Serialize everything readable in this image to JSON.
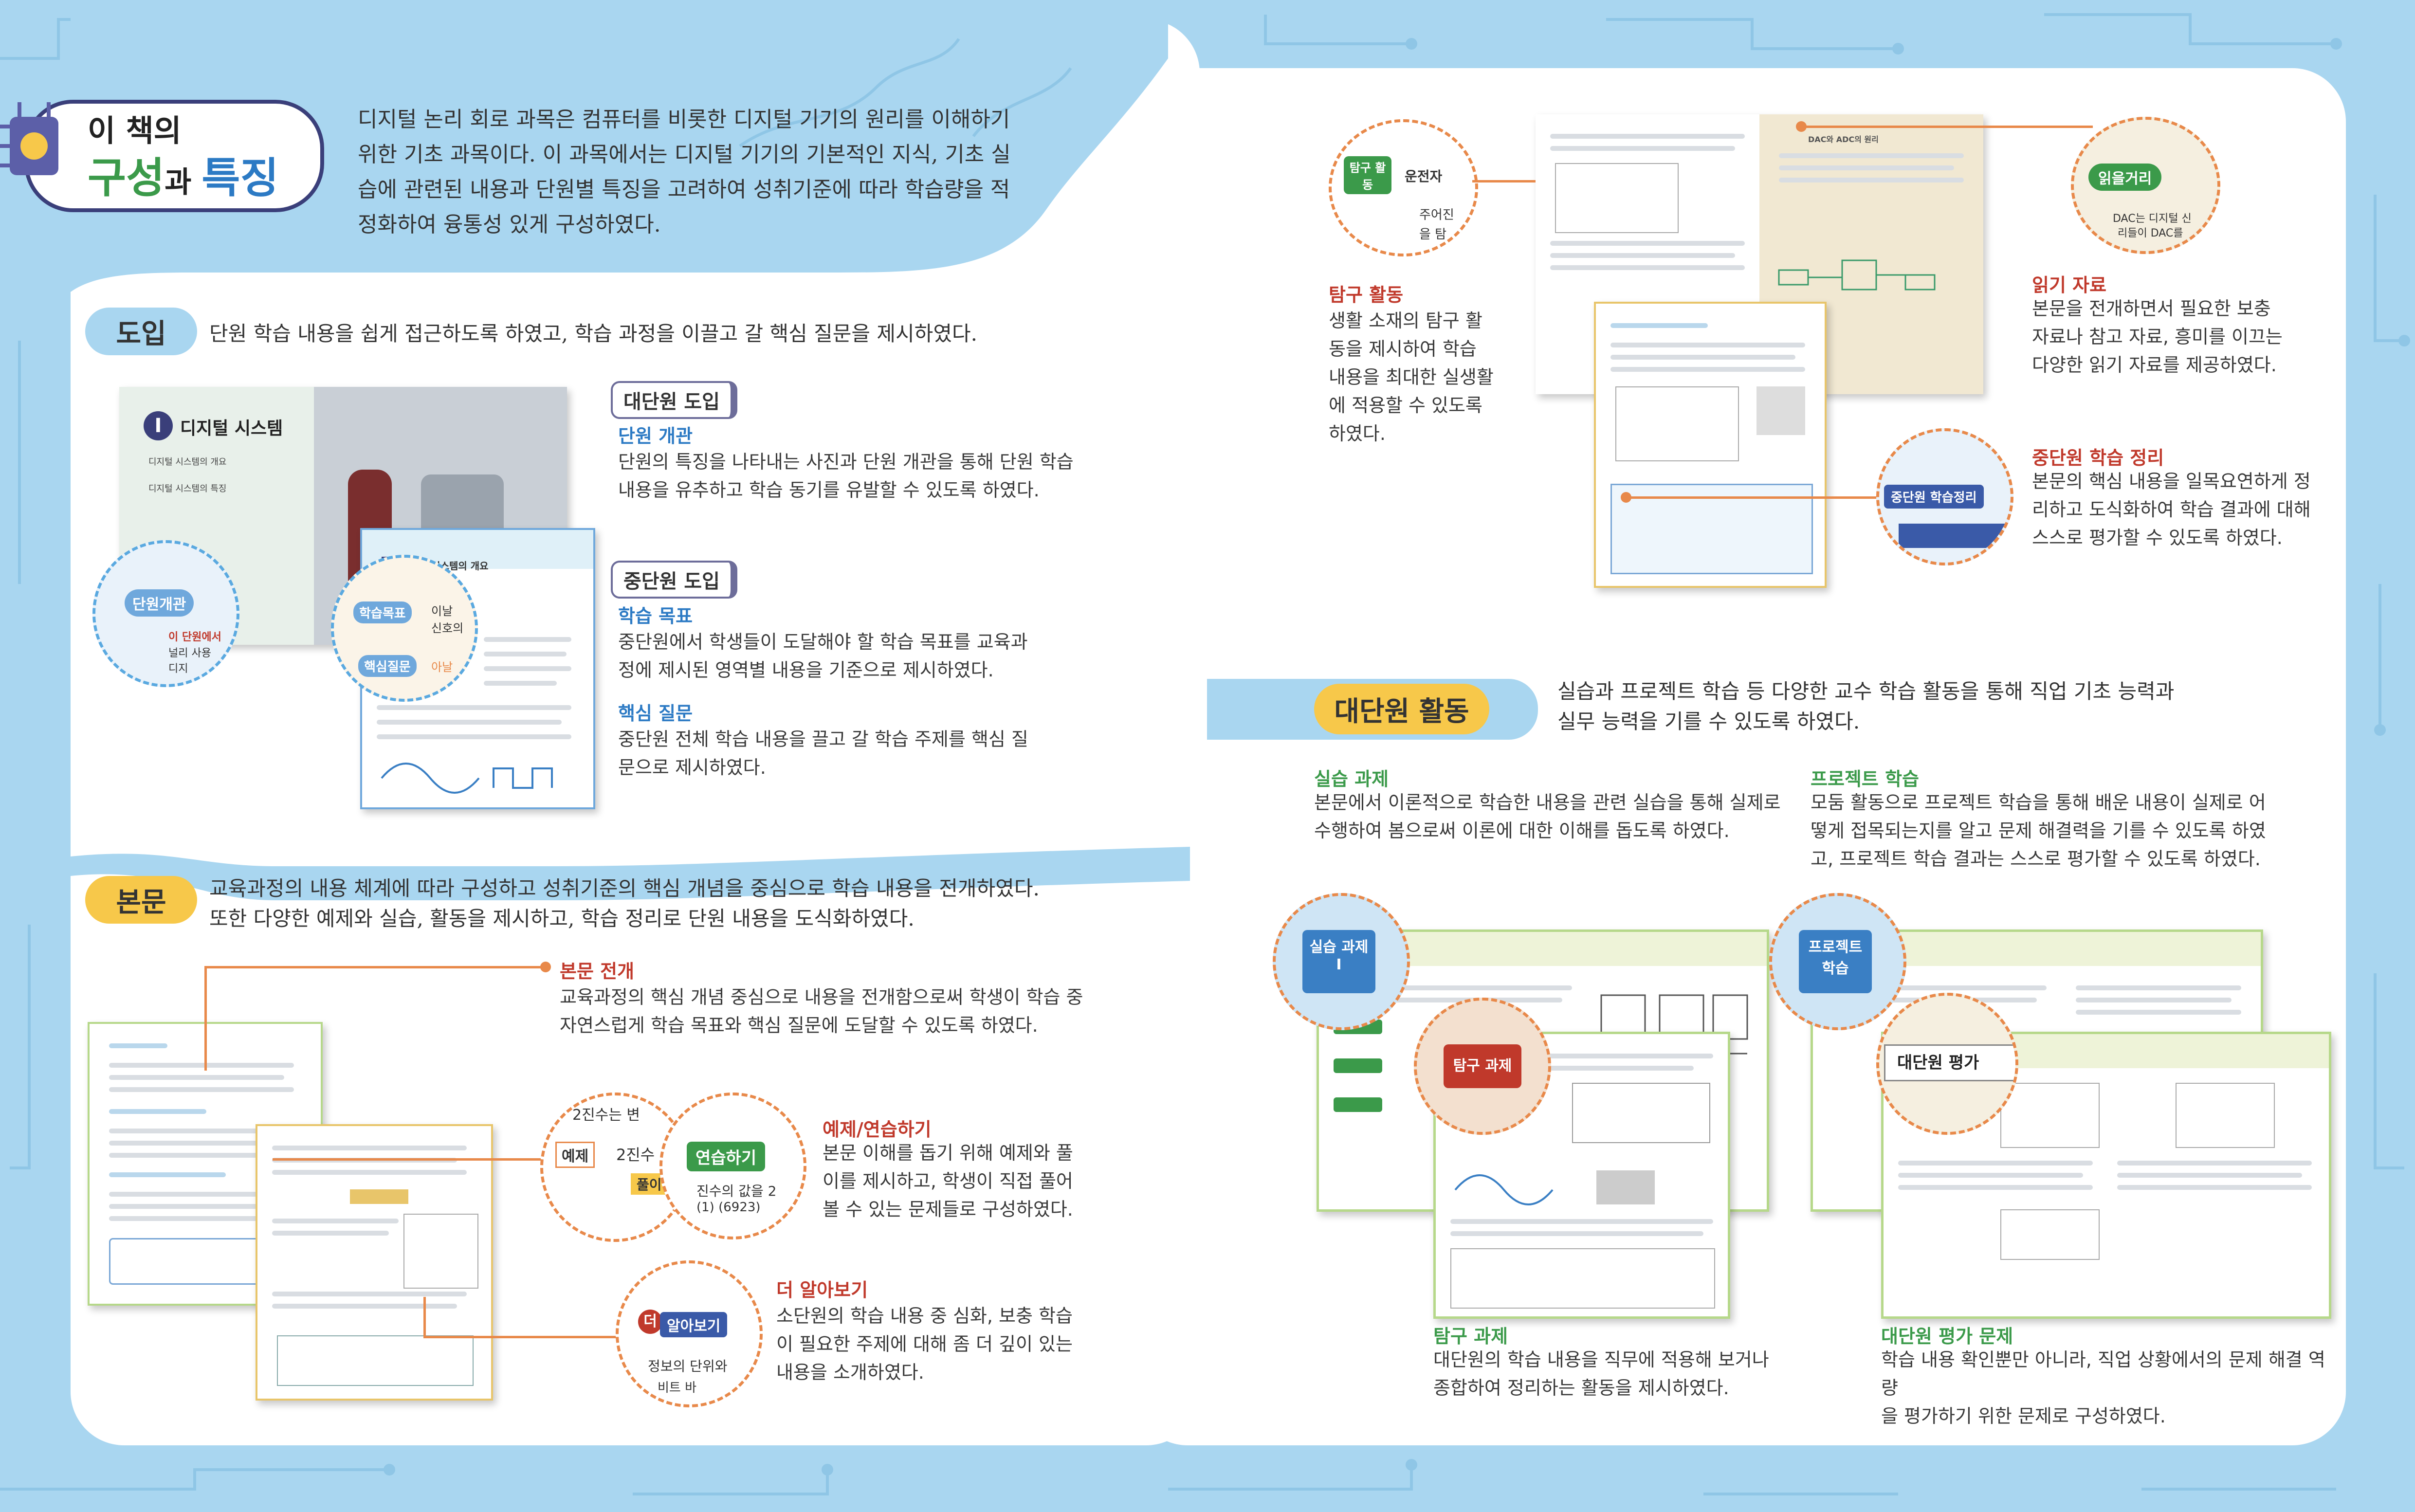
{
  "title": {
    "line1": "이 책의",
    "line2_a": "구성",
    "line2_b": "과 ",
    "line2_c": "특징"
  },
  "intro": [
    "디지털 논리 회로 과목은 컴퓨터를 비롯한 디지털 기기의 원리를 이해하기",
    "위한 기초 과목이다. 이 과목에서는 디지털 기기의 기본적인 지식, 기초 실",
    "습에 관련된 내용과 단원별 특징을 고려하여 성취기준에 따라 학습량을 적",
    "정화하여 융통성 있게 구성하였다."
  ],
  "doip": {
    "label": "도입",
    "desc": "단원 학습 내용을 쉽게 접근하도록 하였고, 학습 과정을 이끌고 갈 핵심 질문을 제시하였다.",
    "thumb": {
      "num": "I",
      "title": "디지털 시스템",
      "item1": "디지털 시스템의 개요",
      "item2": "디지털 시스템의 특징",
      "sub_num": "1",
      "sub_title": "디지털 시스템의 개요"
    },
    "circle1": {
      "tag": "단원개관",
      "t1": "이 단원에서",
      "t2": "널리 사용",
      "t3": "디지"
    },
    "circle2": {
      "tag1": "학습목표",
      "r1": "이날",
      "r2": "신호의",
      "tag2": "핵심질문",
      "r3": "아날"
    },
    "dae_tag": "대단원 도입",
    "dae_head": "단원 개관",
    "dae_text": [
      "단원의 특징을 나타내는 사진과 단원 개관을 통해 단원 학습",
      "내용을 유추하고 학습 동기를 유발할 수 있도록 하였다."
    ],
    "jung_tag": "중단원 도입",
    "jung_head1": "학습 목표",
    "jung_text1": [
      "중단원에서 학생들이 도달해야 할 학습 목표를 교육과",
      "정에 제시된 영역별 내용을 기준으로 제시하였다."
    ],
    "jung_head2": "핵심 질문",
    "jung_text2": [
      "중단원 전체 학습 내용을 끌고 갈 학습 주제를 핵심 질",
      "문으로 제시하였다."
    ]
  },
  "bonmun": {
    "label": "본문",
    "desc": [
      "교육과정의 내용 체계에 따라 구성하고 성취기준의 핵심 개념을 중심으로 학습 내용을 전개하였다.",
      "또한 다양한 예제와 실습, 활동을 제시하고, 학습 정리로 단원 내용을 도식화하였다."
    ],
    "h1": "본문 전개",
    "t1": [
      "교육과정의 핵심 개념 중심으로 내용을 전개함으로써 학생이 학습 중",
      "자연스럽게 학습 목표와 핵심 질문에 도달할 수 있도록 하였다."
    ],
    "h2": "예제/연습하기",
    "t2": [
      "본문 이해를 돕기 위해 예제와 풀",
      "이를 제시하고, 학생이 직접 풀어",
      "볼 수 있는 문제들로 구성하였다."
    ],
    "h3": "더 알아보기",
    "t3": [
      "소단원의 학습 내용 중 심화, 보충 학습",
      "이 필요한 주제에 대해 좀 더 깊이 있는",
      "내용을 소개하였다."
    ],
    "c_example": {
      "top": "2진수는 변",
      "tag": "예제",
      "text": "2진수",
      "sol": "풀이"
    },
    "c_practice": {
      "tag": "연습하기",
      "text": "진수의 값을 2",
      "sub": "(1) (6923)"
    },
    "c_more": {
      "badge": "더",
      "tag": "알아보기",
      "text": "정보의 단위와",
      "sub": "비트 바"
    }
  },
  "right_top": {
    "tamgu_head": "탐구 활동",
    "tamgu_text": [
      "생활 소재의 탐구 활",
      "동을 제시하여 학습",
      "내용을 최대한 실생활",
      "에 적용할 수 있도록",
      "하였다."
    ],
    "tamgu_circle": {
      "tag": "탐구 활동",
      "t1": "운전자",
      "t2": "주어진",
      "t3": "을 탐"
    },
    "read_head": "읽기 자료",
    "read_text": [
      "본문을 전개하면서 필요한 보충",
      "자료나 참고 자료, 흥미를 이끄는",
      "다양한 읽기 자료를 제공하였다."
    ],
    "read_circle": {
      "tag": "읽을거리",
      "t1": "DAC는 디지털 신",
      "t2": "리들이 DAC를"
    },
    "summary_head": "중단원 학습 정리",
    "summary_text": [
      "본문의 핵심 내용을 일목요연하게 정",
      "리하고 도식화하여 학습 결과에 대해",
      "스스로 평가할 수 있도록 하였다."
    ],
    "summary_circle": {
      "tag": "중단원 학습정리"
    },
    "doc_title": "DAC와 ADC의 원리"
  },
  "daedanwon": {
    "label": "대단원 활동",
    "desc": [
      "실습과 프로젝트 학습 등 다양한 교수 학습 활동을 통해 직업 기초 능력과",
      "실무 능력을 기를 수 있도록 하였다."
    ],
    "h_practice": "실습 과제",
    "t_practice": [
      "본문에서 이론적으로 학습한 내용을 관련 실습을 통해 실제로",
      "수행하여 봄으로써 이론에 대한 이해를 돕도록 하였다."
    ],
    "h_project": "프로젝트 학습",
    "t_project": [
      "모둠 활동으로 프로젝트 학습을 통해 배운 내용이 실제로 어",
      "떻게 접목되는지를 알고 문제 해결력을 기를 수 있도록 하였",
      "고, 프로젝트 학습 결과는 스스로 평가할 수 있도록 하였다."
    ],
    "h_explore": "탐구 과제",
    "t_explore": [
      "대단원의 학습 내용을 직무에 적용해 보거나",
      "종합하여 정리하는 활동을 제시하였다."
    ],
    "h_eval": "대단원 평가 문제",
    "t_eval": [
      "학습 내용 확인뿐만 아니라, 직업 상황에서의 문제 해결 역량",
      "을 평가하기 위한 문제로 구성하였다."
    ],
    "chip_practice": [
      "실습 과제",
      "I"
    ],
    "chip_explore": "탐구 과제",
    "chip_project": [
      "프로젝트",
      "학습"
    ],
    "chip_eval": "대단원 평가"
  },
  "colors": {
    "accent_red": "#c0392b",
    "accent_green": "#3b9a4a",
    "accent_orange": "#e8894a",
    "background": "#a9d6f0",
    "pill_blue": "#a9d6f0",
    "pill_yellow": "#f7c84a"
  }
}
